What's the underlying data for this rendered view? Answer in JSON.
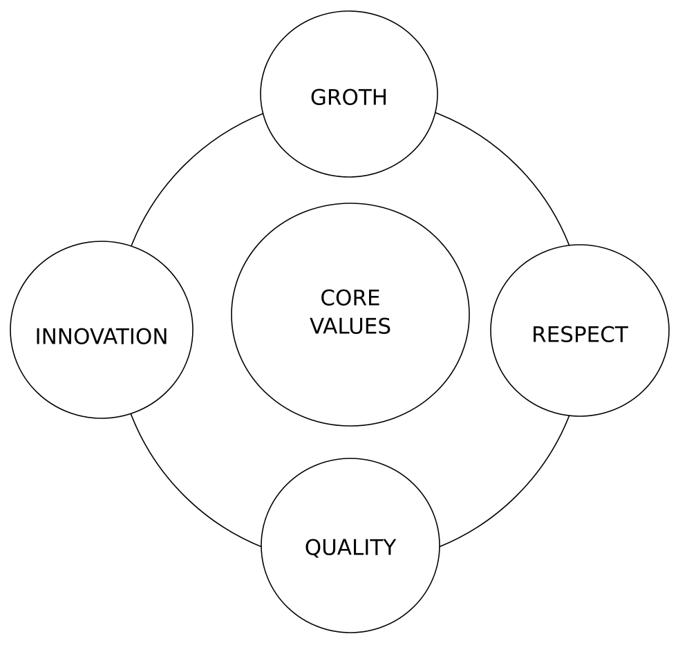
{
  "diagram": {
    "center": {
      "line1": "CORE",
      "line2": "VALUES"
    },
    "nodes": {
      "top": "GROTH",
      "right": "RESPECT",
      "bottom": "QUALITY",
      "left": "INNOVATION"
    },
    "colors": {
      "stroke": "#000000",
      "fill": "#ffffff"
    }
  }
}
